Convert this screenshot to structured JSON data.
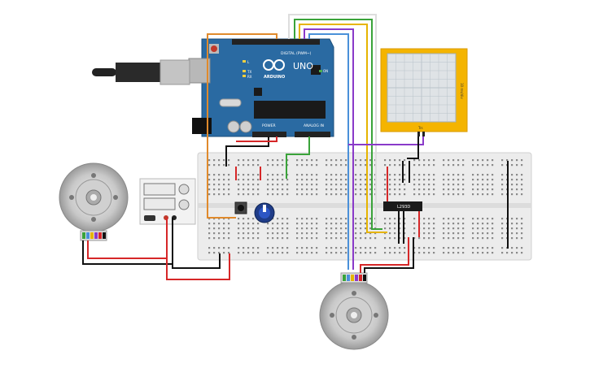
{
  "arduino": {
    "brand": "ARDUINO",
    "model": "UNO",
    "digital_label": "DIGITAL (PWM~)",
    "power_label": "POWER",
    "analog_label": "ANALOG IN",
    "pin_tx": "TX",
    "pin_rx": "RX",
    "pin_l": "L",
    "pin_on": "ON",
    "board_color": "#2a6aa2"
  },
  "driver_ic": {
    "label": "L293D"
  },
  "oscilloscope": {
    "side_label": "10 ms/div",
    "terminal_label": "Trs"
  },
  "colors": {
    "wire_red": "#d62728",
    "wire_black": "#111111",
    "wire_green": "#3aa33a",
    "wire_yellow": "#e6b400",
    "wire_purple": "#8a3ac9",
    "wire_blue": "#4a90d9",
    "wire_orange": "#e08a2c",
    "wire_white": "#dddddd",
    "breadboard": "#ececec",
    "scope_frame": "#f4b400"
  },
  "icons": [
    "usb-cable-icon",
    "motor-icon",
    "potentiometer-icon",
    "pushbutton-icon",
    "power-supply-icon",
    "oscilloscope-icon"
  ]
}
